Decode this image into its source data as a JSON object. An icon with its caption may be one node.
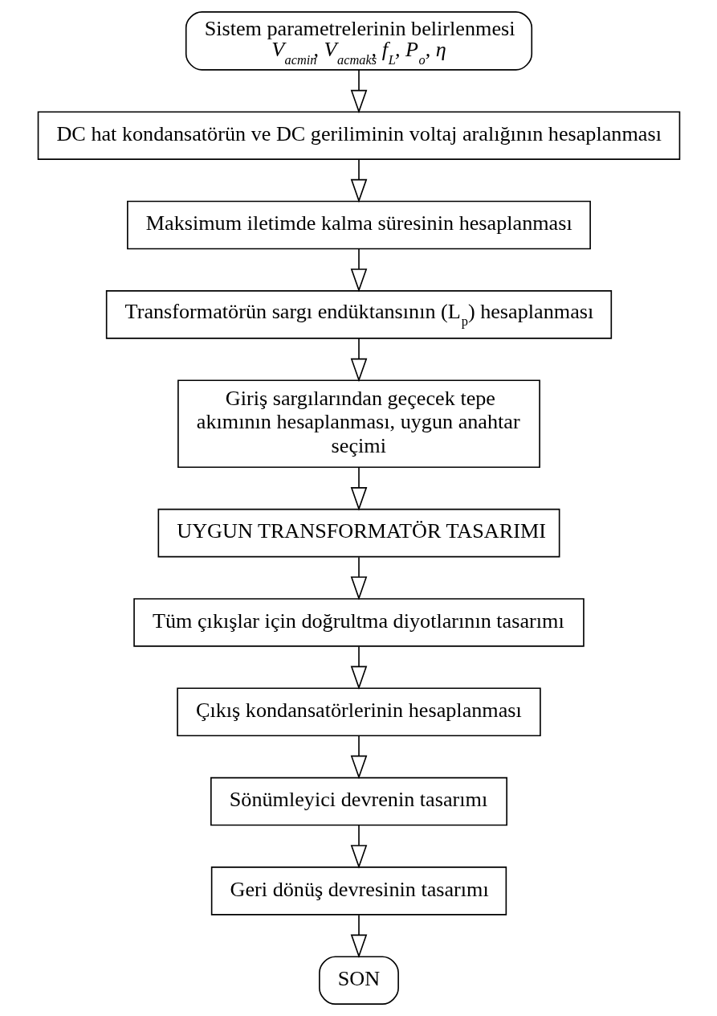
{
  "diagram": {
    "nodes": [
      {
        "text": [
          "Sistem parametrelerinin belirlenmesi",
          "V$_{acmin}$, V$_{acmaks}$, f$_{L}$, P$_{o}$, η"
        ]
      },
      {
        "text": [
          "DC hat kondansatörün ve DC geriliminin voltaj aralığının hesaplanması"
        ]
      },
      {
        "text": [
          "Maksimum iletimde kalma süresinin hesaplanması"
        ]
      },
      {
        "text": [
          "Transformatörün sargı endüktansının (L$_{p}$) hesaplanması"
        ]
      },
      {
        "text": [
          "Giriş sargılarından geçecek tepe akımının hesaplanması, uygun anahtar seçimi"
        ]
      },
      {
        "text": [
          "UYGUN TRANSFORMATÖR TASARIMI"
        ]
      },
      {
        "text": [
          "Tüm çıkışlar için doğrultma diyotlarının tasarımı"
        ]
      },
      {
        "text": [
          "Çıkış kondansatörlerinin hesaplanması"
        ]
      },
      {
        "text": [
          "Sönümleyici devrenin tasarımı"
        ]
      },
      {
        "text": [
          "Geri dönüş devresinin tasarımı"
        ]
      },
      {
        "text": [
          "SON"
        ]
      }
    ],
    "edges": [
      {
        "from": 0,
        "to": 1,
        "arrow": "to"
      },
      {
        "from": 1,
        "to": 2,
        "arrow": "to"
      },
      {
        "from": 2,
        "to": 3,
        "arrow": "to"
      },
      {
        "from": 3,
        "to": 4,
        "arrow": "to"
      },
      {
        "from": 4,
        "to": 5,
        "arrow": "to"
      },
      {
        "from": 5,
        "to": 6,
        "arrow": "to"
      },
      {
        "from": 6,
        "to": 7,
        "arrow": "to"
      },
      {
        "from": 7,
        "to": 8,
        "arrow": "to"
      },
      {
        "from": 8,
        "to": 9,
        "arrow": "to"
      },
      {
        "from": 9,
        "to": 10,
        "arrow": "to"
      }
    ]
  }
}
